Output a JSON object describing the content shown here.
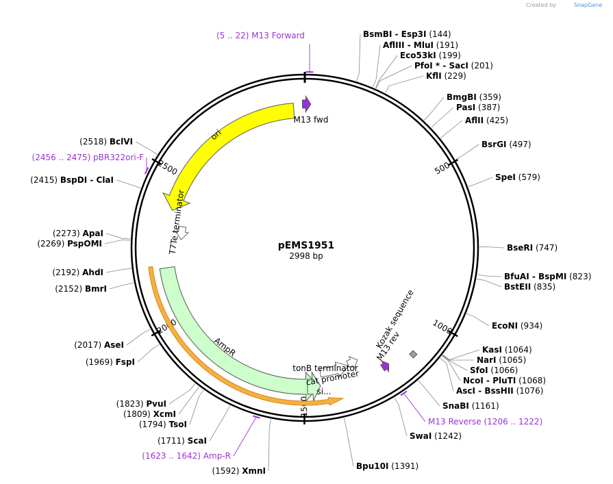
{
  "watermark": {
    "created_by": "Created by",
    "brand": "SnapGene"
  },
  "plasmid": {
    "name": "pEMS1951",
    "size": "2998 bp",
    "total_bp": 2998
  },
  "ticks": [
    {
      "bp": 500,
      "label": "500"
    },
    {
      "bp": 1000,
      "label": "1000"
    },
    {
      "bp": 1500,
      "label": "1500"
    },
    {
      "bp": 2000,
      "label": "2000"
    },
    {
      "bp": 2500,
      "label": "2500"
    }
  ],
  "features": [
    {
      "name": "ori",
      "label": "ori",
      "start": 2380,
      "end": 2960,
      "color": "#ffff00",
      "dir": "rev"
    },
    {
      "name": "m13-fwd",
      "label": "M13 fwd",
      "start": 2990,
      "end": 20,
      "color": "#9b30d8",
      "dir": "fwd"
    },
    {
      "name": "t7te-terminator",
      "label": "T7Te terminator",
      "start": 2280,
      "end": 2330,
      "color": "#ffffff",
      "dir": "rev"
    },
    {
      "name": "ampr",
      "label": "AmpR",
      "start": 1450,
      "end": 2180,
      "color": "#ccffcc",
      "dir": "rev"
    },
    {
      "name": "amp-r-primer-region",
      "label": "",
      "start": 1380,
      "end": 2190,
      "color": "#f5b041",
      "dir": "rev"
    },
    {
      "name": "cat-promoter",
      "label": "cat promoter",
      "start": 1330,
      "end": 1440,
      "color": "#ffffff",
      "dir": "rev"
    },
    {
      "name": "tonb-terminator",
      "label": "tonB terminator",
      "start": 1290,
      "end": 1330,
      "color": "#ffffff",
      "dir": "rev"
    },
    {
      "name": "si-feature",
      "label": "si...",
      "start": 1445,
      "end": 1490,
      "color": "#ccffcc",
      "dir": "rev"
    },
    {
      "name": "m13-rev",
      "label": "M13 rev",
      "start": 1200,
      "end": 1225,
      "color": "#9b30d8",
      "dir": "rev"
    },
    {
      "name": "kozak-sequence",
      "label": "Kozak sequence",
      "start": 1112,
      "end": 1128,
      "color": "#a0a0a0",
      "dir": "none"
    }
  ],
  "enzymes": [
    {
      "bp": 144,
      "name": "BsmBI",
      "name2": "Esp3I",
      "pos": "(144)"
    },
    {
      "bp": 191,
      "name": "AflIII",
      "name2": "MluI",
      "pos": "(191)"
    },
    {
      "bp": 199,
      "name": "Eco53kI",
      "name2": "",
      "pos": "(199)"
    },
    {
      "bp": 201,
      "name": "PfoI *",
      "name2": "SacI",
      "pos": "(201)"
    },
    {
      "bp": 229,
      "name": "KflI",
      "name2": "",
      "pos": "(229)"
    },
    {
      "bp": 359,
      "name": "BmgBI",
      "name2": "",
      "pos": "(359)"
    },
    {
      "bp": 387,
      "name": "PasI",
      "name2": "",
      "pos": "(387)"
    },
    {
      "bp": 425,
      "name": "AflII",
      "name2": "",
      "pos": "(425)"
    },
    {
      "bp": 497,
      "name": "BsrGI",
      "name2": "",
      "pos": "(497)"
    },
    {
      "bp": 579,
      "name": "SpeI",
      "name2": "",
      "pos": "(579)"
    },
    {
      "bp": 747,
      "name": "BseRI",
      "name2": "",
      "pos": "(747)"
    },
    {
      "bp": 823,
      "name": "BfuAI",
      "name2": "BspMI",
      "pos": "(823)"
    },
    {
      "bp": 835,
      "name": "BstEII",
      "name2": "",
      "pos": "(835)"
    },
    {
      "bp": 934,
      "name": "EcoNI",
      "name2": "",
      "pos": "(934)"
    },
    {
      "bp": 1064,
      "name": "KasI",
      "name2": "",
      "pos": "(1064)"
    },
    {
      "bp": 1065,
      "name": "NarI",
      "name2": "",
      "pos": "(1065)"
    },
    {
      "bp": 1066,
      "name": "SfoI",
      "name2": "",
      "pos": "(1066)"
    },
    {
      "bp": 1068,
      "name": "NcoI",
      "name2": "PluTI",
      "pos": "(1068)"
    },
    {
      "bp": 1076,
      "name": "AscI",
      "name2": "BssHII",
      "pos": "(1076)"
    },
    {
      "bp": 1161,
      "name": "SnaBI",
      "name2": "",
      "pos": "(1161)"
    },
    {
      "bp": 1242,
      "name": "SwaI",
      "name2": "",
      "pos": "(1242)"
    },
    {
      "bp": 1391,
      "name": "Bpu10I",
      "name2": "",
      "pos": "(1391)"
    },
    {
      "bp": 1592,
      "name": "XmnI",
      "name2": "",
      "pos": "(1592)"
    },
    {
      "bp": 1711,
      "name": "ScaI",
      "name2": "",
      "pos": "(1711)"
    },
    {
      "bp": 1794,
      "name": "TsoI",
      "name2": "",
      "pos": "(1794)"
    },
    {
      "bp": 1809,
      "name": "XcmI",
      "name2": "",
      "pos": "(1809)"
    },
    {
      "bp": 1823,
      "name": "PvuI",
      "name2": "",
      "pos": "(1823)"
    },
    {
      "bp": 1969,
      "name": "FspI",
      "name2": "",
      "pos": "(1969)"
    },
    {
      "bp": 2017,
      "name": "AseI",
      "name2": "",
      "pos": "(2017)"
    },
    {
      "bp": 2152,
      "name": "BmrI",
      "name2": "",
      "pos": "(2152)"
    },
    {
      "bp": 2192,
      "name": "AhdI",
      "name2": "",
      "pos": "(2192)"
    },
    {
      "bp": 2269,
      "name": "PspOMI",
      "name2": "",
      "pos": "(2269)"
    },
    {
      "bp": 2273,
      "name": "ApaI",
      "name2": "",
      "pos": "(2273)"
    },
    {
      "bp": 2415,
      "name": "BspDI",
      "name2": "ClaI",
      "pos": "(2415)"
    },
    {
      "bp": 2518,
      "name": "BclVI",
      "name2": "",
      "pos": "(2518)"
    }
  ],
  "primers": [
    {
      "bp": 13,
      "name": "M13 Forward",
      "range": "(5 .. 22)"
    },
    {
      "bp": 1214,
      "name": "M13 Reverse",
      "range": "(1206 .. 1222)"
    },
    {
      "bp": 1632,
      "name": "Amp-R",
      "range": "(1623 .. 1642)"
    },
    {
      "bp": 2465,
      "name": "pBR322ori-F",
      "range": "(2456 .. 2475)"
    }
  ]
}
